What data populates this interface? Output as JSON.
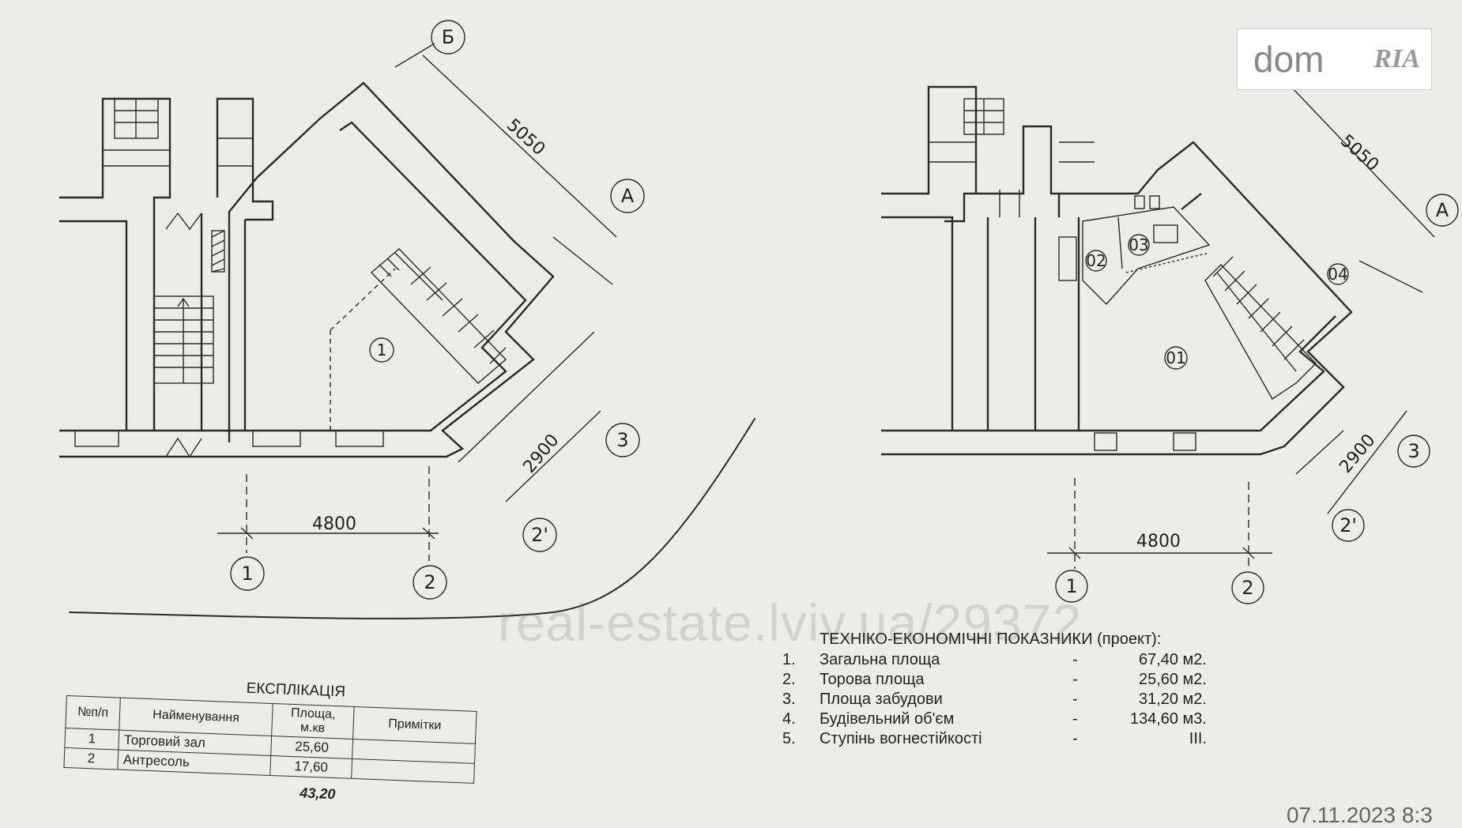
{
  "plan_left": {
    "room_label": "1",
    "axes": {
      "a1": "1",
      "a2": "2",
      "a2p": "2'",
      "a3": "3",
      "aA": "А",
      "aB": "Б"
    },
    "dims": {
      "d5050": "5050",
      "d2900": "2900",
      "d4800": "4800"
    }
  },
  "plan_right": {
    "room_labels": {
      "r01": "01",
      "r02": "02",
      "r03": "03",
      "r04": "04"
    },
    "axes": {
      "a1": "1",
      "a2": "2",
      "a2p": "2'",
      "a3": "3",
      "aA": "А"
    },
    "dims": {
      "d5050": "5050",
      "d2900": "2900",
      "d4800": "4800"
    }
  },
  "watermark": "real-estate.lviv.ua/29372",
  "logo": {
    "dom": "dom",
    "ria": "RIA"
  },
  "explication": {
    "title": "ЕКСПЛІКАЦІЯ",
    "headers": {
      "num": "№п/п",
      "name": "Найменування",
      "area": "Площа, м.кв",
      "notes": "Примітки"
    },
    "rows": [
      {
        "num": "1",
        "name": "Торговий зал",
        "area": "25,60",
        "notes": ""
      },
      {
        "num": "2",
        "name": "Антресоль",
        "area": "17,60",
        "notes": ""
      }
    ],
    "total": "43,20"
  },
  "tech": {
    "title": "ТЕХНІКО-ЕКОНОМІЧНІ ПОКАЗНИКИ (проект):",
    "items": [
      {
        "n": "1.",
        "label": "Загальна площа",
        "dash": "-",
        "value": "67,40 м2."
      },
      {
        "n": "2.",
        "label": "Торова площа",
        "dash": "-",
        "value": "25,60 м2."
      },
      {
        "n": "3.",
        "label": "Площа забудови",
        "dash": "-",
        "value": "31,20 м2."
      },
      {
        "n": "4.",
        "label": "Будівельний об'єм",
        "dash": "-",
        "value": "134,60 м3."
      },
      {
        "n": "5.",
        "label": "Ступінь вогнестійкості",
        "dash": "-",
        "value": "ІІІ."
      }
    ]
  },
  "stamp": "07.11.2023 8:3"
}
